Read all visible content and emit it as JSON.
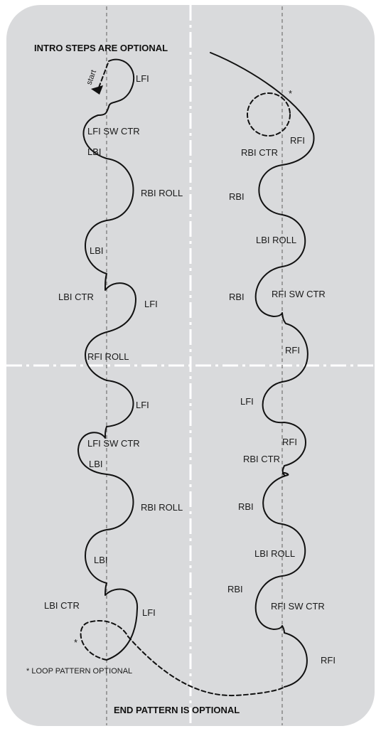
{
  "panel": {
    "background": "#d9dadc",
    "stroke": "#111111",
    "guide": "#8c8c8c"
  },
  "headings": {
    "intro": "INTRO STEPS ARE OPTIONAL",
    "end": "END PATTERN IS OPTIONAL",
    "loop_note": "* LOOP PATTERN OPTIONAL",
    "asterisk": "*",
    "start": "start"
  },
  "left_column_labels": [
    "LFI",
    "LFI SW CTR",
    "LBI",
    "RBI ROLL",
    "LBI",
    "LBI CTR",
    "LFI",
    "RFI ROLL",
    "LFI",
    "LFI SW CTR",
    "LBI",
    "RBI ROLL",
    "LBI",
    "LBI CTR",
    "LFI"
  ],
  "right_column_labels": [
    "RFI",
    "RBI CTR",
    "RBI",
    "LBI ROLL",
    "RBI",
    "RFI SW CTR",
    "RFI",
    "LFI",
    "RFI",
    "RBI CTR",
    "RBI",
    "LBI ROLL",
    "RBI",
    "RFI SW CTR",
    "RFI"
  ]
}
